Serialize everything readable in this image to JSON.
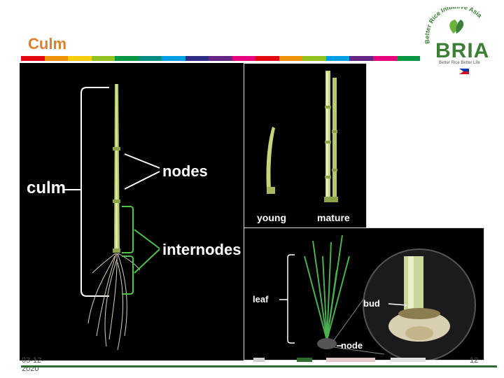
{
  "slide": {
    "title": "Culm",
    "footer": {
      "date": "03-12-2020",
      "page": "12"
    }
  },
  "logo": {
    "text": "BRIA",
    "arc": "Better Rice Initiative Asia",
    "tagline": "Better Rice Better Life"
  },
  "rainbow_colors": [
    "#e30613",
    "#f39200",
    "#ffcc00",
    "#95c11f",
    "#009640",
    "#008d7f",
    "#009fe3",
    "#2d2e83",
    "#662483",
    "#e6007e",
    "#e30613",
    "#f39200",
    "#95c11f",
    "#009fe3",
    "#662483",
    "#e6007e",
    "#009640"
  ],
  "left_figure": {
    "culm": "culm",
    "nodes": "nodes",
    "internodes": "internodes"
  },
  "top_right_figure": {
    "young": "young",
    "mature": "mature"
  },
  "bottom_right_figure": {
    "leaf": "leaf",
    "bud": "bud",
    "node": "node"
  }
}
